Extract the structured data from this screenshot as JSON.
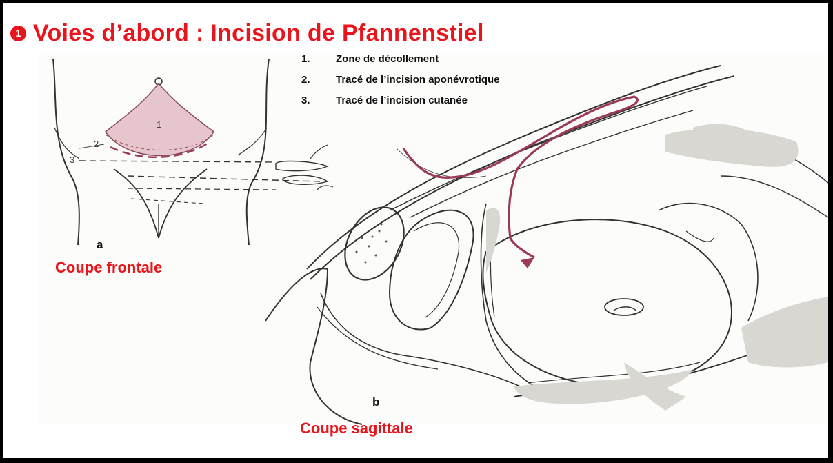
{
  "title": {
    "badge": "1",
    "text": "Voies d’abord : Incision de Pfannenstiel"
  },
  "legend": [
    {
      "num": "1.",
      "label": "Zone de décollement"
    },
    {
      "num": "2.",
      "label": "Tracé de l’incision aponévrotique"
    },
    {
      "num": "3.",
      "label": "Tracé de l’incision cutanée"
    }
  ],
  "frontal": {
    "letter": "a",
    "caption": "Coupe frontale",
    "marker_1": "1",
    "marker_2": "2",
    "marker_3": "3"
  },
  "sagittal": {
    "letter": "b",
    "caption": "Coupe sagittale"
  },
  "colors": {
    "title_red": "#e8161c",
    "incision_path": "#9c3a5a",
    "zone_fill": "#e6c6cc",
    "frame": "#000000"
  }
}
